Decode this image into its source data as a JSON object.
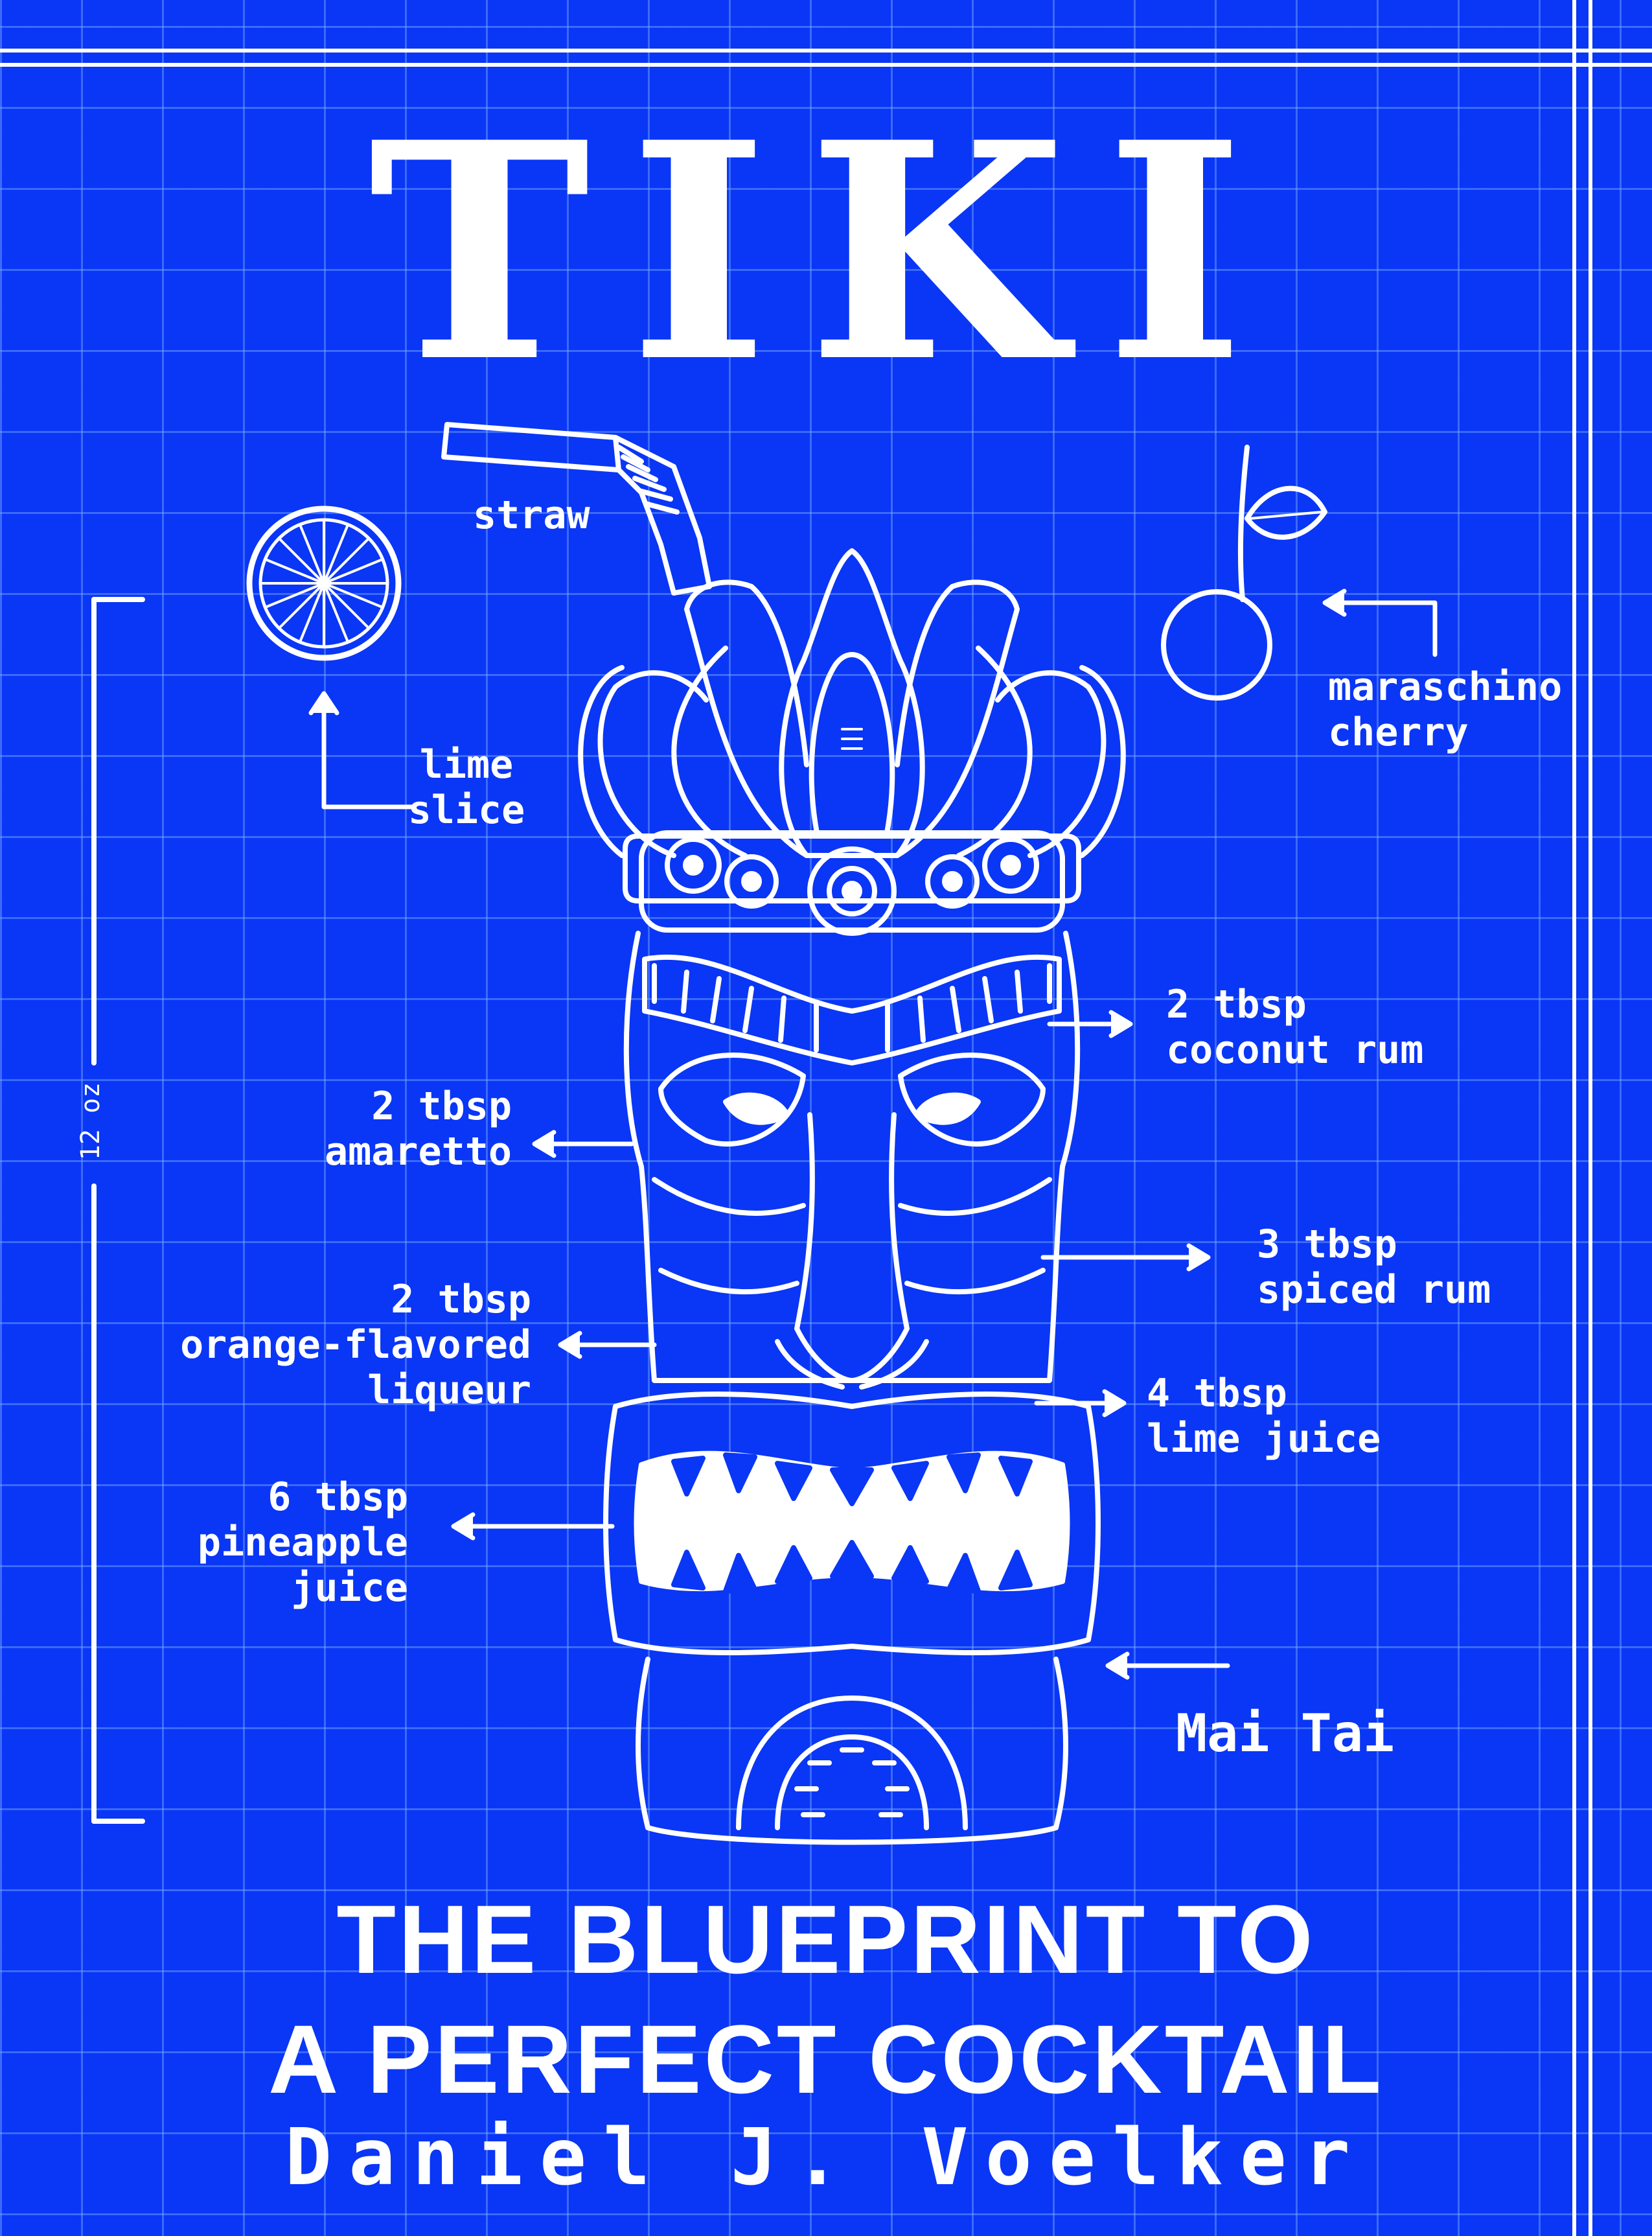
{
  "cover": {
    "title": "TIKI",
    "subtitle_line1": "THE BLUEPRINT TO",
    "subtitle_line2": "A PERFECT COCKTAIL",
    "author": "Daniel J. Voelker",
    "measure": "12 oz"
  },
  "labels": {
    "straw": "straw",
    "lime_slice": [
      "lime",
      "slice"
    ],
    "cherry": [
      "maraschino",
      "cherry"
    ],
    "coconut_rum": [
      "2 tbsp",
      "coconut rum"
    ],
    "amaretto": [
      "2 tbsp",
      "amaretto"
    ],
    "spiced_rum": [
      "3 tbsp",
      "spiced rum"
    ],
    "orange_liqueur": [
      "2 tbsp",
      "orange-flavored",
      "liqueur"
    ],
    "lime_juice": [
      "4 tbsp",
      "lime juice"
    ],
    "pineapple_juice": [
      "6 tbsp",
      "pineapple",
      "juice"
    ],
    "drink_name": "Mai Tai"
  },
  "colors": {
    "background": "#0a36f5",
    "ink": "#ffffff"
  }
}
